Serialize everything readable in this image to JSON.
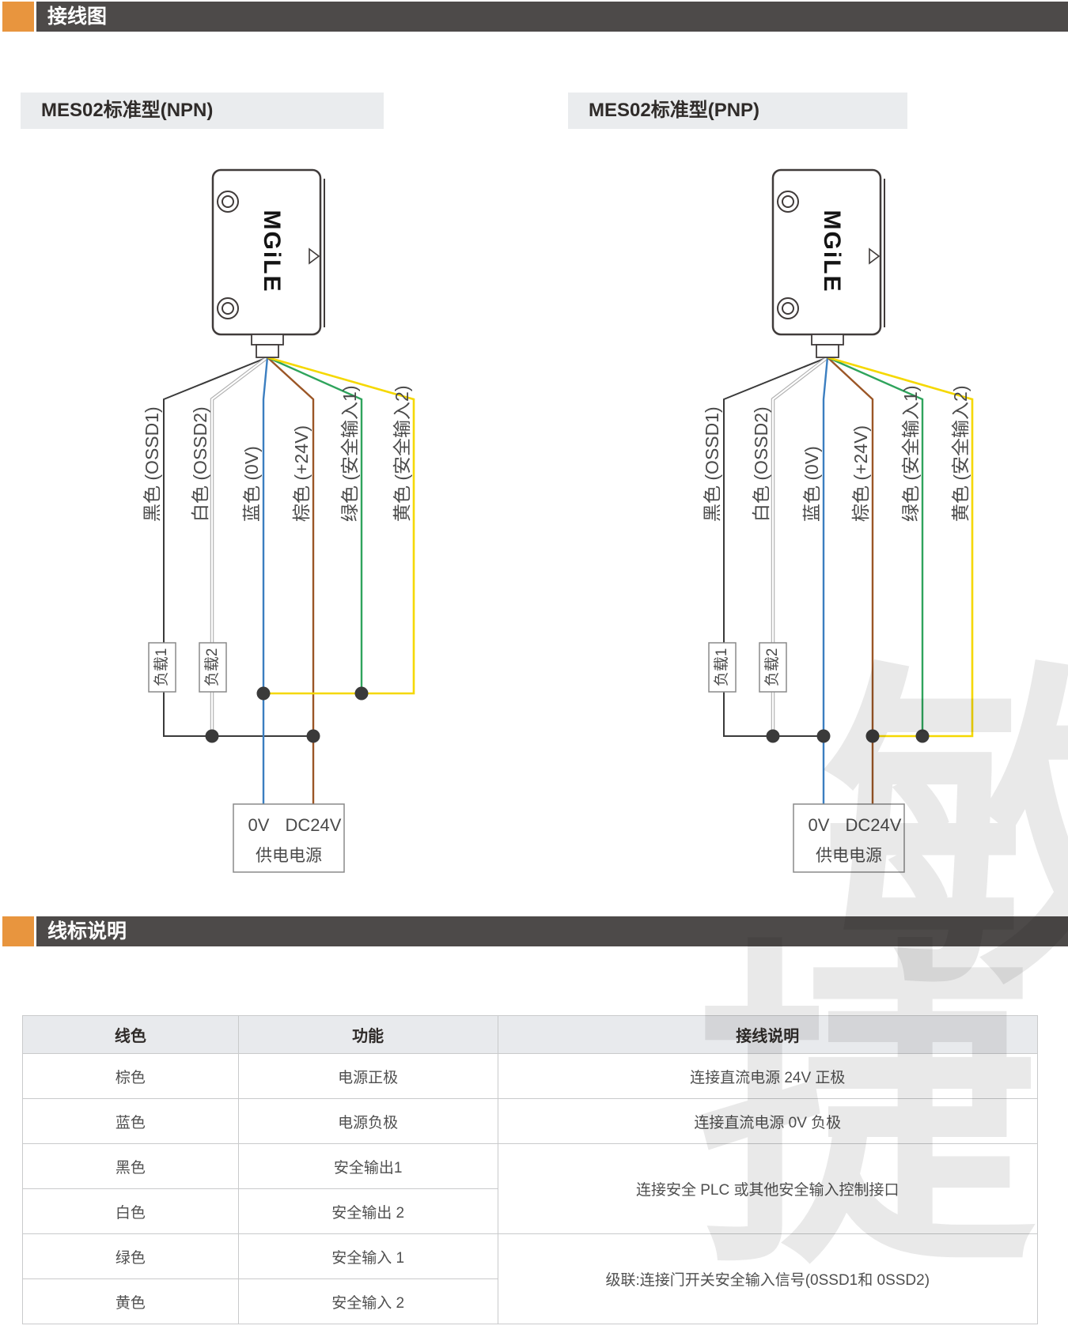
{
  "page": {
    "accent_color": "#e8953e",
    "bar_color": "#4d4a49",
    "subheader_bg": "#eaecee"
  },
  "section1": {
    "title": "接线图"
  },
  "section2": {
    "title": "线标说明"
  },
  "diagrams": {
    "npn_title": "MES02标准型(NPN)",
    "pnp_title": "MES02标准型(PNP)",
    "device_logo": "MGiLE",
    "wire_labels": [
      "黑色 (OSSD1)",
      "白色 (OSSD2)",
      "蓝色 (0V)",
      "棕色 (+24V)",
      "绿色 (安全输入1)",
      "黄色 (安全输入2)"
    ],
    "wire_colors": {
      "black": "#3a3a3a",
      "white_casing": "#b0b0b0",
      "blue": "#3b7ec0",
      "brown": "#9b5626",
      "green": "#2fa45c",
      "yellow": "#f5d800"
    },
    "load1": "负载1",
    "load2": "负载2",
    "power": {
      "v0": "0V",
      "v24": "DC24V",
      "label": "供电电源"
    }
  },
  "table": {
    "headers": [
      "线色",
      "功能",
      "接线说明"
    ],
    "rows": [
      {
        "color": "棕色",
        "func": "电源正极",
        "note": "连接直流电源 24V 正极"
      },
      {
        "color": "蓝色",
        "func": "电源负极",
        "note": "连接直流电源 0V 负极"
      },
      {
        "color": "黑色",
        "func": "安全输出1"
      },
      {
        "color": "白色",
        "func": "安全输出 2"
      },
      {
        "color": "绿色",
        "func": "安全输入 1"
      },
      {
        "color": "黄色",
        "func": "安全输入 2"
      }
    ],
    "merged_notes": [
      {
        "rows": "3-4",
        "note": "连接安全 PLC 或其他安全输入控制接口"
      },
      {
        "rows": "5-6",
        "note": "级联:连接门开关安全输入信号(0SSD1和 0SSD2)"
      }
    ]
  }
}
